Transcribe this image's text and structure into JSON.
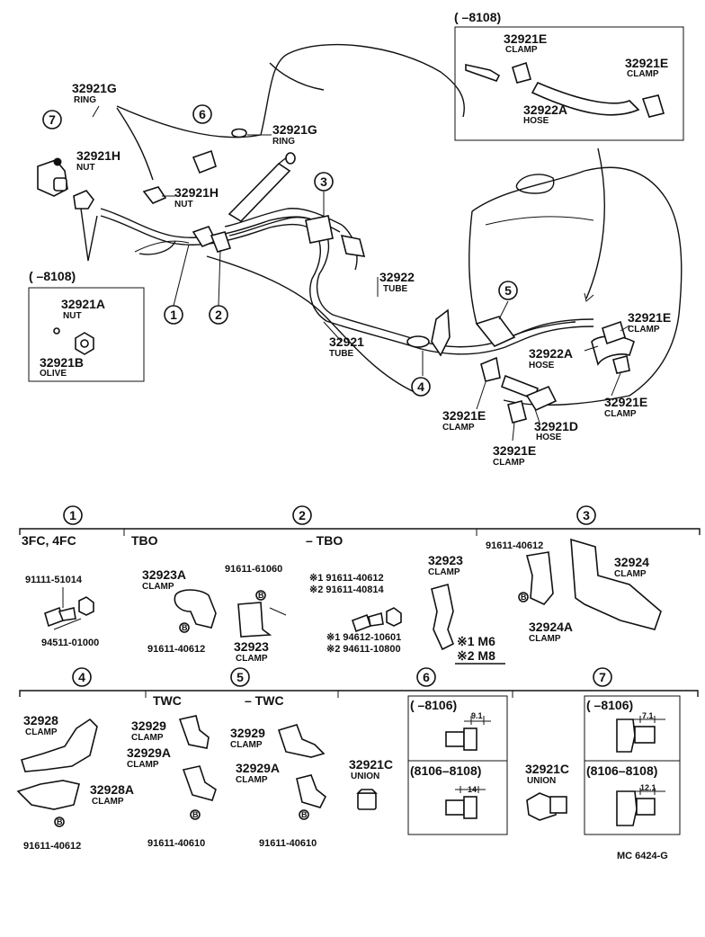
{
  "diagram": {
    "code": "MC 6424-G",
    "insets": {
      "top_right_range": "(     –8108)",
      "left_range": "(     –8108)"
    },
    "parts": {
      "p32921E_a": {
        "num": "32921E",
        "name": "CLAMP"
      },
      "p32921E_b": {
        "num": "32921E",
        "name": "CLAMP"
      },
      "p32922A_a": {
        "num": "32922A",
        "name": "HOSE"
      },
      "p32921G_ring_l": {
        "num": "32921G",
        "name": "RING"
      },
      "p32921G_ring_r": {
        "num": "32921G",
        "name": "RING"
      },
      "p32921H_nut_l": {
        "num": "32921H",
        "name": "NUT"
      },
      "p32921H_nut_c": {
        "num": "32921H",
        "name": "NUT"
      },
      "p32921A": {
        "num": "32921A",
        "name": "NUT"
      },
      "p32921B": {
        "num": "32921B",
        "name": "OLIVE"
      },
      "p32922": {
        "num": "32922",
        "name": "TUBE"
      },
      "p32921": {
        "num": "32921",
        "name": "TUBE"
      },
      "p32921E_c": {
        "num": "32921E",
        "name": "CLAMP"
      },
      "p32922A_b": {
        "num": "32922A",
        "name": "HOSE"
      },
      "p32921E_d": {
        "num": "32921E",
        "name": "CLAMP"
      },
      "p32921E_e": {
        "num": "32921E",
        "name": "CLAMP"
      },
      "p32921D": {
        "num": "32921D",
        "name": "HOSE"
      },
      "p32921E_f": {
        "num": "32921E",
        "name": "CLAMP"
      }
    },
    "callouts": [
      "1",
      "2",
      "3",
      "4",
      "5",
      "6",
      "7"
    ],
    "details": {
      "s1_header": "3FC, 4FC",
      "s2_header_a": "TBO",
      "s2_header_b": "– TBO",
      "s1_bolt": "91111-51014",
      "s1_nut": "94511-01000",
      "s2_c1_num": "32923A",
      "s2_c1_name": "CLAMP",
      "s2_c1_bolt": "91611-40612",
      "s2_c2_bolt": "91611-61060",
      "s2_c2_num": "32923",
      "s2_c2_name": "CLAMP",
      "s2_star1": "※1 91611-40612",
      "s2_star2": "※2 91611-40814",
      "s2_star3": "※1 94612-10601",
      "s2_star4": "※2 94611-10800",
      "s2_c3_num": "32923",
      "s2_c3_name": "CLAMP",
      "s2_m1": "※1 M6",
      "s2_m2": "※2 M8",
      "s3_bolt": "91611-40612",
      "s3_c1_num": "32924",
      "s3_c1_name": "CLAMP",
      "s3_c2_num": "32924A",
      "s3_c2_name": "CLAMP",
      "s4_c1_num": "32928",
      "s4_c1_name": "CLAMP",
      "s4_c2_num": "32928A",
      "s4_c2_name": "CLAMP",
      "s4_bolt": "91611-40612",
      "s5_header_a": "TWC",
      "s5_header_b": "– TWC",
      "s5_c1_num": "32929",
      "s5_c1_name": "CLAMP",
      "s5_c2_num": "32929A",
      "s5_c2_name": "CLAMP",
      "s5_bolt1": "91611-40610",
      "s5_c3_num": "32929",
      "s5_c3_name": "CLAMP",
      "s5_c4_num": "32929A",
      "s5_c4_name": "CLAMP",
      "s5_bolt2": "91611-40610",
      "s6_r1": "(     –8106)",
      "s6_d1": "9.1",
      "s6_r2": "(8106–8108)",
      "s6_d2": "14",
      "s6_union_num": "32921C",
      "s6_union_name": "UNION",
      "s7_union_num": "32921C",
      "s7_union_name": "UNION",
      "s7_r1": "(     –8106)",
      "s7_d1": "7.1",
      "s7_r2": "(8106–8108)",
      "s7_d2": "12.1",
      "b_mark": "B"
    }
  }
}
